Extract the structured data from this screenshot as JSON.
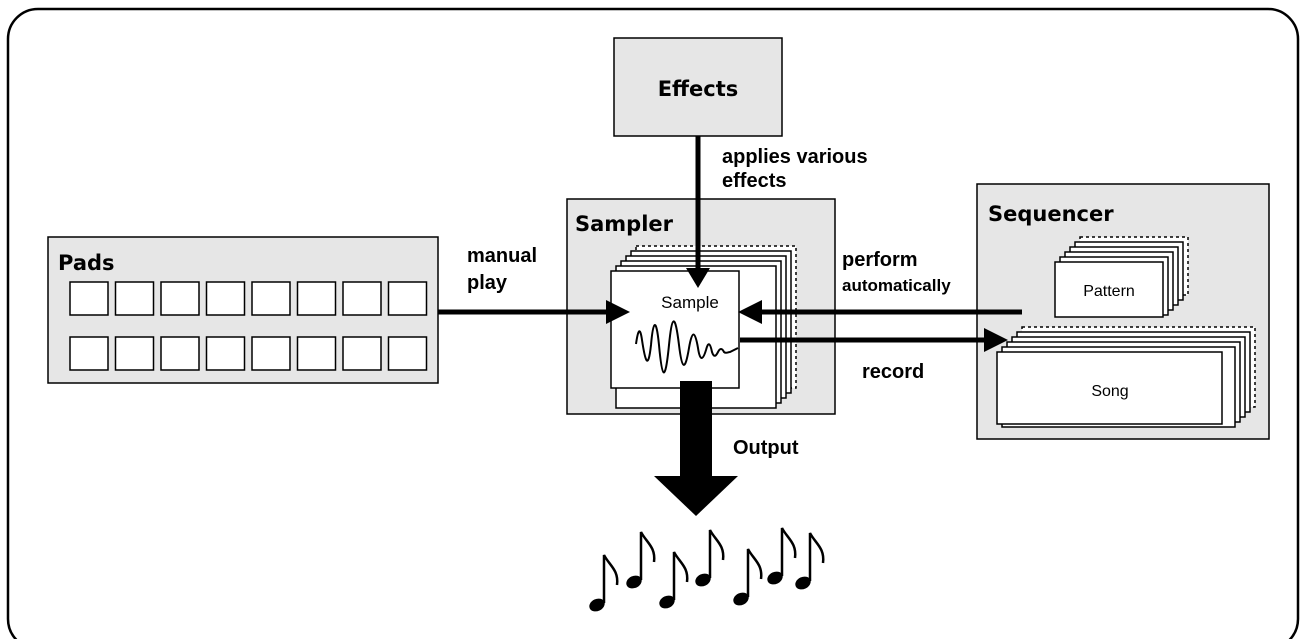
{
  "blocks": {
    "effects": "Effects",
    "pads": "Pads",
    "sampler": "Sampler",
    "sample": "Sample",
    "sequencer": "Sequencer",
    "pattern": "Pattern",
    "song": "Song"
  },
  "arrows": {
    "effects_line1": "applies various",
    "effects_line2": "effects",
    "manual_line1": "manual",
    "manual_line2": "play",
    "perform_line1": "perform",
    "perform_line2": "automatically",
    "record": "record",
    "output": "Output"
  },
  "pad_grid": {
    "rows": 2,
    "columns": 8
  },
  "colors": {
    "panel": "#e6e6e6",
    "stroke": "#000000",
    "card": "#ffffff"
  }
}
